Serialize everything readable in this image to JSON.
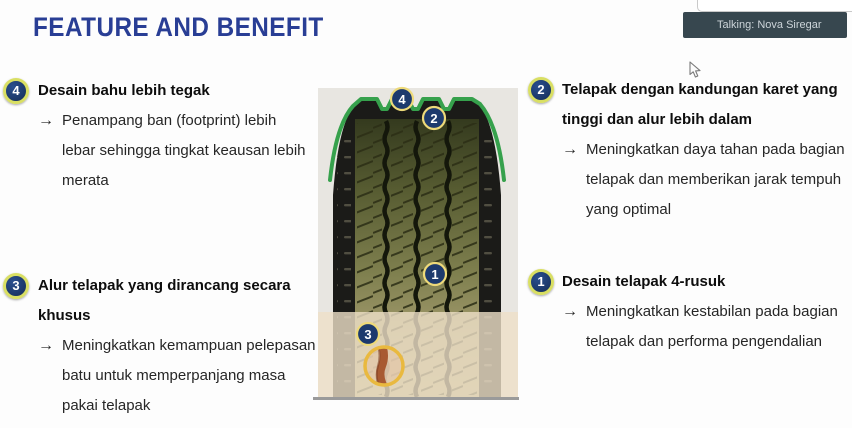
{
  "title": "FEATURE AND BENEFIT",
  "overlay": {
    "talking_label": "Talking: Nova Siregar"
  },
  "features": [
    {
      "number": "4",
      "position": "left-top",
      "heading_lines": [
        "Desain bahu lebih tegak"
      ],
      "arrow": "→",
      "benefit_lines": [
        "Penampang ban (footprint) lebih",
        "lebar sehingga tingkat keausan lebih",
        "merata"
      ]
    },
    {
      "number": "3",
      "position": "left-bottom",
      "heading_lines": [
        "Alur telapak yang dirancang secara",
        "khusus"
      ],
      "arrow": "→",
      "benefit_lines": [
        "Meningkatkan kemampuan pelepasan",
        "batu untuk memperpanjang masa",
        "pakai telapak"
      ]
    },
    {
      "number": "2",
      "position": "right-top",
      "heading_lines": [
        "Telapak dengan kandungan karet yang",
        "tinggi dan alur lebih dalam"
      ],
      "arrow": "→",
      "benefit_lines": [
        "Meningkatkan daya tahan pada bagian",
        "telapak dan memberikan jarak tempuh",
        "yang optimal"
      ]
    },
    {
      "number": "1",
      "position": "right-bottom",
      "heading_lines": [
        "Desain telapak 4-rusuk"
      ],
      "arrow": "→",
      "benefit_lines": [
        "Meningkatkan kestabilan pada bagian",
        "telapak dan performa pengendalian"
      ]
    }
  ],
  "diagram": {
    "description": "tire tread cross-section with numbered callouts",
    "markers": [
      {
        "label": "4"
      },
      {
        "label": "2"
      },
      {
        "label": "1"
      },
      {
        "label": "3"
      }
    ]
  },
  "colors": {
    "title_blue": "#293e95",
    "badge_navy": "#1d3a6d",
    "badge_ring_yellowgreen": "#d9df63",
    "marker_ring_yellow": "#eeda7a",
    "tread_outline_green": "#36a14c",
    "magnifier_ring_gold": "#e9b93f",
    "talking_bg": "#37474f",
    "ground_line_grey": "#9a9a9a"
  }
}
